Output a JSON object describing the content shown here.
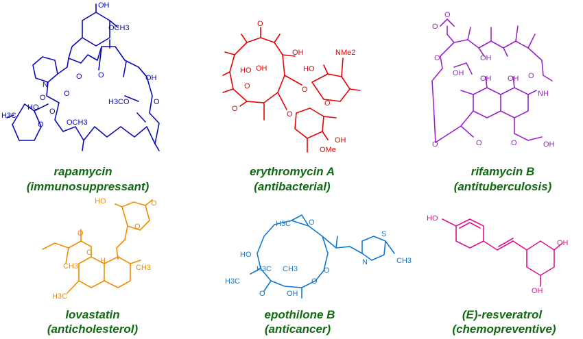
{
  "colors": {
    "rapamycin": "#0a0ab4",
    "erythromycin": "#e60000",
    "rifamycin": "#9a22c8",
    "lovastatin": "#f08c00",
    "epothilone": "#0f78d2",
    "resveratrol": "#dc148c",
    "caption": "#106a10"
  },
  "molecules": [
    {
      "key": "rapamycin",
      "name": "rapamycin",
      "use": "(immunosuppressant)",
      "atom_labels": [
        "OH",
        "OCH3",
        "N",
        "O",
        "O",
        "O",
        "O",
        "HO",
        "O",
        "H3C",
        "O",
        "OCH3",
        "OH",
        "H3CO",
        "O"
      ]
    },
    {
      "key": "erythromycin",
      "name": "erythromycin A",
      "use": "(antibacterial)",
      "atom_labels": [
        "O",
        "OH",
        "OH",
        "HO",
        "NMe2",
        "HO",
        "O",
        "O",
        "O",
        "O",
        "O",
        "OH",
        "OMe"
      ]
    },
    {
      "key": "rifamycin",
      "name": "rifamycin B",
      "use": "(antituberculosis)",
      "atom_labels": [
        "O",
        "O",
        "O",
        "OH",
        "OH",
        "OH",
        "OH",
        "O",
        "NH",
        "O",
        "O",
        "O",
        "OH"
      ]
    },
    {
      "key": "lovastatin",
      "name": "lovastatin",
      "use": "(anticholesterol)",
      "atom_labels": [
        "HO",
        "O",
        "O",
        "O",
        "O",
        "H",
        "CH3",
        "CH3",
        "H3C"
      ]
    },
    {
      "key": "epothilone",
      "name": "epothilone B",
      "use": "(anticancer)",
      "atom_labels": [
        "H3C",
        "O",
        "S",
        "N",
        "CH3",
        "HO",
        "H3C",
        "H3C",
        "CH3",
        "O",
        "OH",
        "O",
        "O"
      ]
    },
    {
      "key": "resveratrol",
      "name": "(E)-resveratrol",
      "use": "(chemopreventive)",
      "atom_labels": [
        "HO",
        "OH",
        "OH"
      ]
    }
  ]
}
